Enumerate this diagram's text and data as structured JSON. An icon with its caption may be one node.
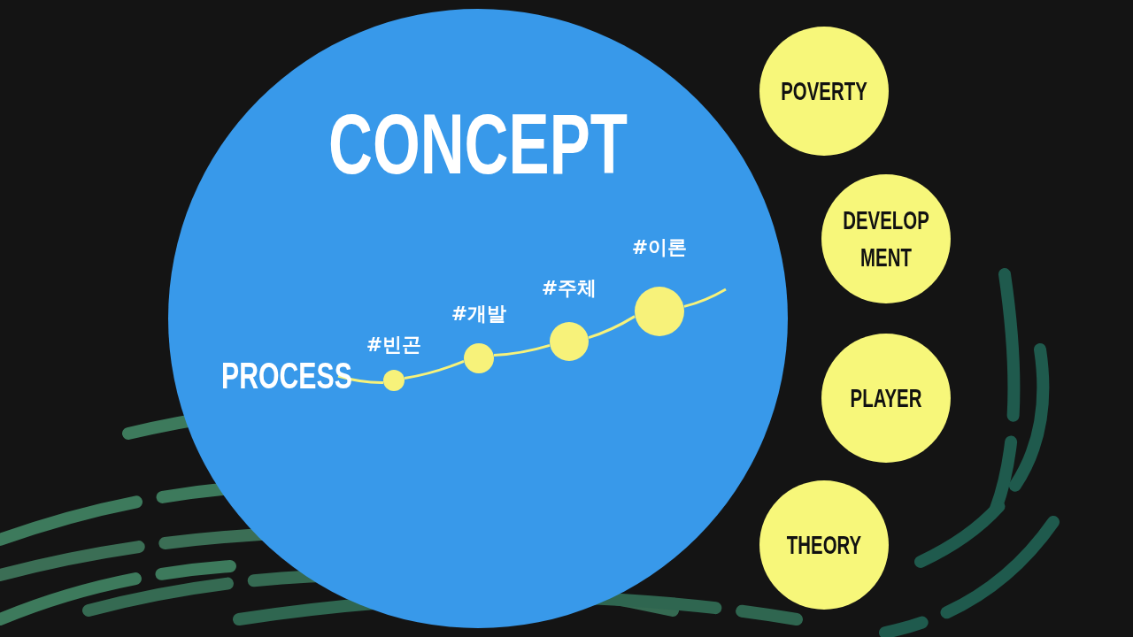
{
  "diagram": {
    "nodes": [
      {
        "text": [
          "CONCEPT"
        ]
      },
      {
        "text": [
          "PROCESS"
        ],
        "in": 0
      },
      {
        "text": [
          "#빈곤"
        ],
        "in": 0
      },
      {
        "text": [
          "#개발"
        ],
        "in": 0
      },
      {
        "text": [
          "#주체"
        ],
        "in": 0
      },
      {
        "text": [
          "#이론"
        ],
        "in": 0
      },
      {
        "text": [
          "POVERTY"
        ]
      },
      {
        "text": [
          "DEVELOP MENT"
        ]
      },
      {
        "text": [
          "PLAYER"
        ]
      },
      {
        "text": [
          "THEORY"
        ]
      }
    ],
    "edges": [
      {
        "from": 1,
        "to": 2,
        "arrow": "none"
      },
      {
        "from": 2,
        "to": 3,
        "arrow": "none"
      },
      {
        "from": 3,
        "to": 4,
        "arrow": "none"
      },
      {
        "from": 4,
        "to": 5,
        "arrow": "none"
      },
      {
        "from": 5,
        "to": null,
        "arrow": "none"
      }
    ]
  }
}
